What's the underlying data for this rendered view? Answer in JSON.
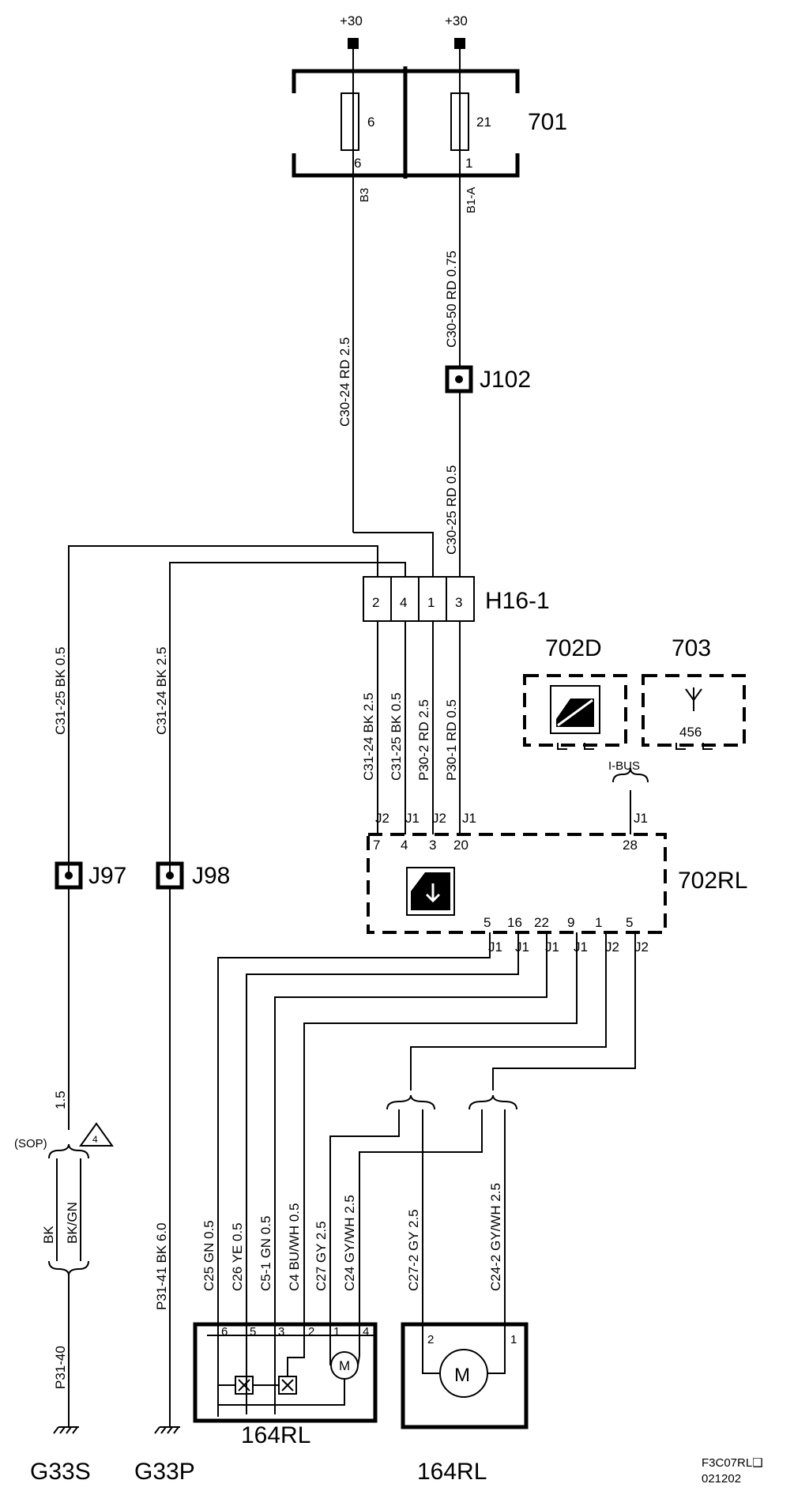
{
  "supply": {
    "left": "+30",
    "right": "+30"
  },
  "fuse_box": {
    "id": "701",
    "fuse_left": "6",
    "fuse_right": "21",
    "pin_left": "6",
    "pin_right": "1",
    "conn_left": "B3",
    "conn_right": "B1-A"
  },
  "wires": {
    "w_left_top": "C30-24  RD  2.5",
    "w_right_top": "C30-50  RD  0.75",
    "w_right_mid": "C30-25  RD  0.5",
    "w_c31_25": "C31-25  BK  0.5",
    "w_c31_24": "C31-24  BK  2.5",
    "h1": "C31-24  BK  2.5",
    "h2": "C31-25  BK  0.5",
    "h3": "P30-2  RD  2.5",
    "h4": "P30-1  RD  0.5",
    "m1": "C25  GN  0.5",
    "m2": "C26  YE  0.5",
    "m3": "C5-1  GN  0.5",
    "m4": "C4  BU/WH  0.5",
    "m5": "C27  GY  2.5",
    "m6": "C24  GY/WH  2.5",
    "m7": "C27-2  GY  2.5",
    "m8": "C24-2  GY/WH  2.5",
    "p31_41": "P31-41  BK  6.0",
    "p31_40": "P31-40",
    "w_15": "1.5",
    "bk": "BK",
    "bkgn": "BK/GN"
  },
  "splices": {
    "j102": "J102",
    "j97": "J97",
    "j98": "J98"
  },
  "connector_h": {
    "id": "H16-1",
    "pins": [
      "2",
      "4",
      "1",
      "3"
    ]
  },
  "module_702rl": {
    "id": "702RL",
    "top_pins": [
      "7",
      "4",
      "3",
      "20",
      "28"
    ],
    "top_conns": [
      "J2",
      "J1",
      "J2",
      "J1",
      "J1"
    ],
    "bottom_pins": [
      "5",
      "16",
      "22",
      "9",
      "1",
      "5"
    ],
    "bottom_conns": [
      "J1",
      "J1",
      "J1",
      "J1",
      "J2",
      "J2"
    ]
  },
  "module_702d": {
    "id": "702D"
  },
  "module_703": {
    "id": "703",
    "code": "456"
  },
  "ibus": "I-BUS",
  "sop": "(SOP)",
  "note_num": "4",
  "motor1": {
    "id": "164RL",
    "pins": [
      "6",
      "5",
      "3",
      "2",
      "1",
      "4"
    ],
    "m": "M"
  },
  "motor2": {
    "id": "164RL",
    "pins": [
      "2",
      "1"
    ],
    "m": "M"
  },
  "grounds": {
    "left": "G33S",
    "right": "G33P"
  },
  "footer": {
    "code": "F3C07RL❑",
    "date": "021202"
  }
}
